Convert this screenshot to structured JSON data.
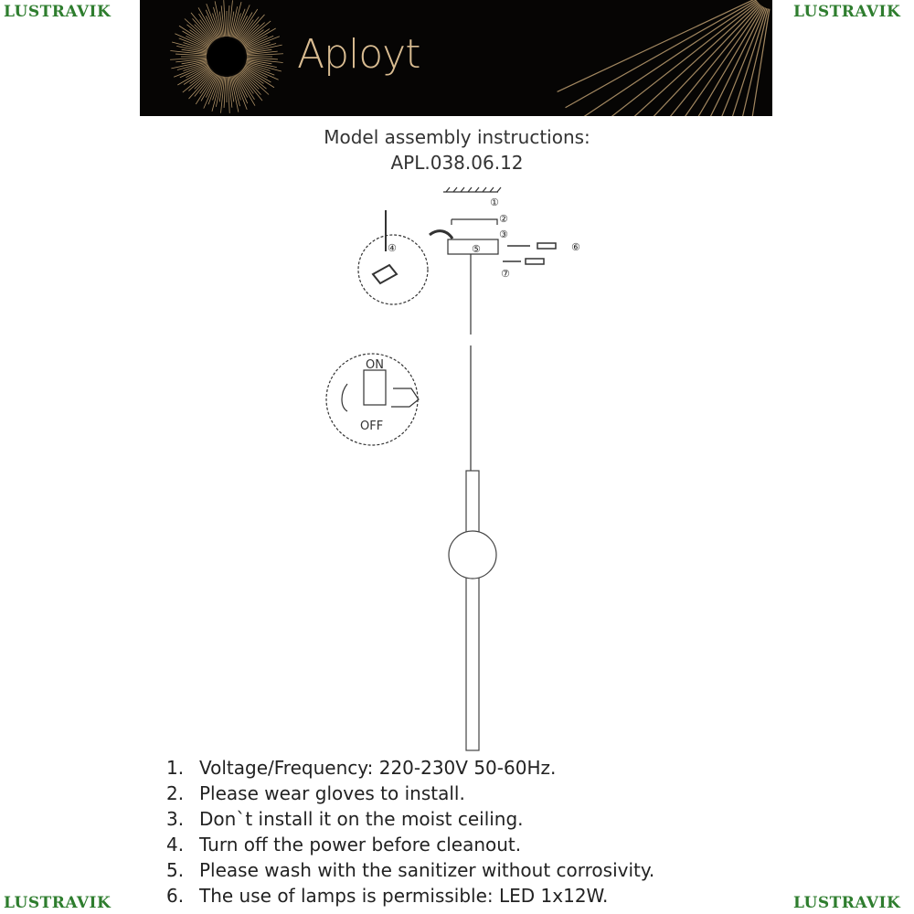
{
  "watermark": {
    "brand": "LUSTRAVIK"
  },
  "banner": {
    "brand": "Aployt"
  },
  "header": {
    "title": "Model assembly instructions:",
    "model": "APL.038.06.12"
  },
  "diagram": {
    "step_markers": [
      "①",
      "②",
      "③",
      "④",
      "⑤",
      "⑥",
      "⑦"
    ],
    "switch_labels": {
      "on": "ON",
      "off": "OFF"
    }
  },
  "instructions": [
    {
      "num": "1.",
      "text": "Voltage/Frequency: 220-230V 50-60Hz."
    },
    {
      "num": "2.",
      "text": "Please wear gloves to install."
    },
    {
      "num": "3.",
      "text": "Don`t install it on the moist ceiling."
    },
    {
      "num": "4.",
      "text": "Turn off the power before cleanout."
    },
    {
      "num": "5.",
      "text": "Please wash with the sanitizer without corrosivity."
    },
    {
      "num": "6.",
      "text": "The use of lamps is permissible: LED 1x12W."
    }
  ]
}
